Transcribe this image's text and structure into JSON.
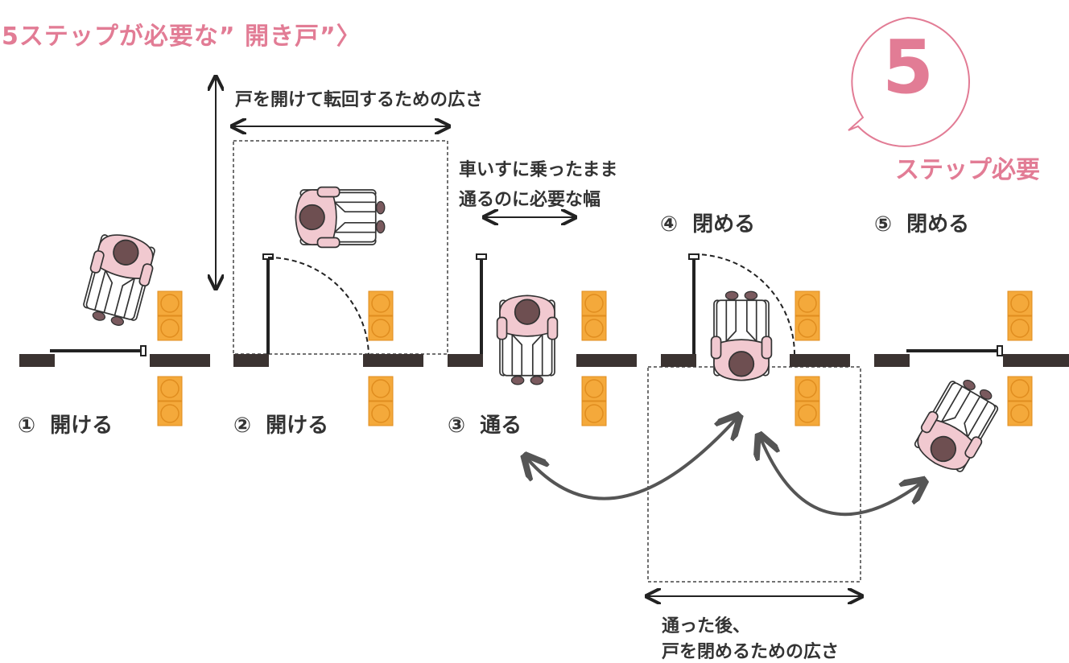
{
  "title": "5ステップが必要な” 開き戸”〉",
  "badge": {
    "number": "5",
    "caption": "ステップ必要"
  },
  "labels": {
    "turn_space": "戸を開けて転回するための広さ",
    "pass_width_line1": "車いすに乗ったまま",
    "pass_width_line2": "通るのに必要な幅",
    "close_space_line1": "通った後、",
    "close_space_line2": "戸を閉めるための広さ"
  },
  "steps": [
    {
      "num": "①",
      "label": "開ける"
    },
    {
      "num": "②",
      "label": "開ける"
    },
    {
      "num": "③",
      "label": "通る"
    },
    {
      "num": "④",
      "label": "閉める"
    },
    {
      "num": "⑤",
      "label": "閉める"
    }
  ],
  "colors": {
    "accent": "#e27c95",
    "wall": "#3b3331",
    "tile": "#f4a93b",
    "tile_border": "#e08d1f",
    "wheelchair_body": "#f1c9d0",
    "arrow": "#555555"
  }
}
